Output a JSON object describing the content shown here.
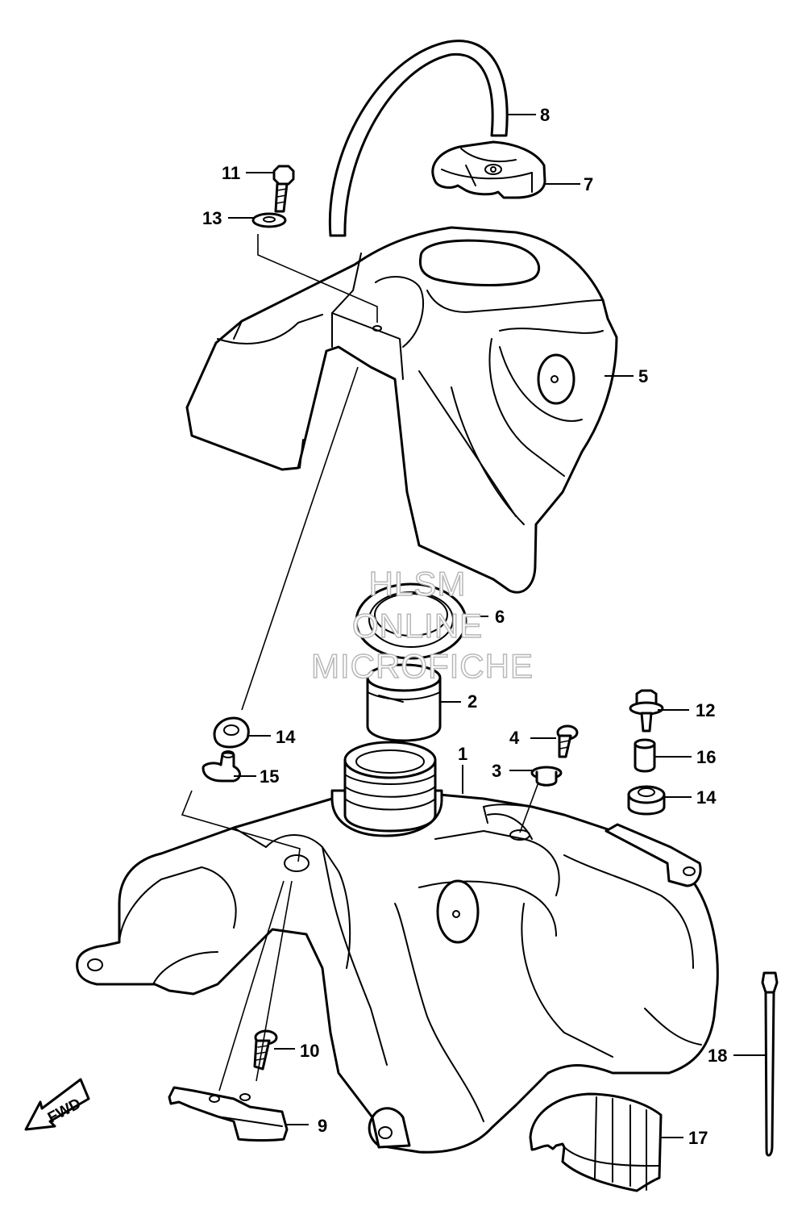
{
  "watermark": {
    "line1": "HLSM",
    "line2": "ONLINE",
    "line3": "MICROFICHE"
  },
  "direction_indicator": {
    "label": "FWD"
  },
  "callouts": [
    {
      "id": "1",
      "label": "1"
    },
    {
      "id": "2",
      "label": "2"
    },
    {
      "id": "3",
      "label": "3"
    },
    {
      "id": "4",
      "label": "4"
    },
    {
      "id": "5",
      "label": "5"
    },
    {
      "id": "6",
      "label": "6"
    },
    {
      "id": "7",
      "label": "7"
    },
    {
      "id": "8",
      "label": "8"
    },
    {
      "id": "9",
      "label": "9"
    },
    {
      "id": "10",
      "label": "10"
    },
    {
      "id": "11",
      "label": "11"
    },
    {
      "id": "12",
      "label": "12"
    },
    {
      "id": "13",
      "label": "13"
    },
    {
      "id": "14a",
      "label": "14"
    },
    {
      "id": "14b",
      "label": "14"
    },
    {
      "id": "15",
      "label": "15"
    },
    {
      "id": "16",
      "label": "16"
    },
    {
      "id": "17",
      "label": "17"
    },
    {
      "id": "18",
      "label": "18"
    }
  ]
}
